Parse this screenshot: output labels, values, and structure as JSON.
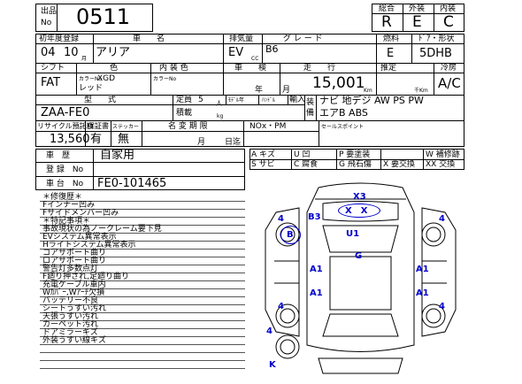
{
  "header": {
    "lot_label_1": "出品",
    "lot_label_2": "No",
    "lot_no": "0511",
    "score_labels": [
      "総合",
      "外装",
      "内装"
    ],
    "score_values": [
      "R",
      "E",
      "C"
    ]
  },
  "row1": {
    "year_label": "初年度登録",
    "model_label": "車　　名",
    "disp_label": "排気量",
    "grade_label": "グ レ ー ド",
    "fuel_label": "燃料",
    "door_label": "ﾄﾞｱ・形状",
    "year": "04",
    "month": "10",
    "month_unit": "月",
    "car_name": "アリア",
    "displacement": "EV",
    "cc_unit": "CC",
    "grade": "B6",
    "fuel": "E",
    "door_shape": "5DHB"
  },
  "row2": {
    "shift_label": "シフト",
    "color_label": "色",
    "interior_label": "内 装 色",
    "inspection_label": "車　　検",
    "mileage_label": "走　　行",
    "estimate_label": "推定",
    "ac_label": "冷房",
    "color_no_label": "カラーNo",
    "color_no": "XGD",
    "interior_color_no_label": "カラーNo",
    "shift": "FAT",
    "color": "レッド",
    "inspection_year_unit": "年",
    "inspection_month_unit": "月",
    "mileage": "15,001",
    "km_unit": "Km",
    "thousand_km_unit": "千Km",
    "ac": "A/C"
  },
  "row3": {
    "type_label": "型　　式",
    "model_code": "ZAA-FE0",
    "capacity_label": "定員",
    "capacity": "5",
    "capacity_unit": "人",
    "model_year_label": "ﾓﾃﾞﾙ年",
    "handle_label": "ﾊﾝﾄﾞﾙ",
    "import_label": "輸入",
    "load_label": "積載",
    "load_unit": "kg",
    "equip_label_1": "装",
    "equip_label_2": "備",
    "equip_line_1": "ナビ 地デジ AW PS PW",
    "equip_line_2": "エアB ABS"
  },
  "row4": {
    "recycle_label": "リサイクル預託額",
    "warranty_label": "保証書",
    "sticker_label": "ステッカー",
    "name_change_label": "名 変 期 限",
    "nox_label": "NOx・PM",
    "sales_point_label": "セールスポイント",
    "recycle_amount": "13,560",
    "warranty": "有",
    "sticker": "無",
    "name_change_month_unit": "月",
    "name_change_day_unit": "日迄"
  },
  "registration": {
    "history_label": "車　歴",
    "history": "自家用",
    "reg_no_label": "登 録　No",
    "chassis_label": "車 台　No",
    "chassis_no": "FE0-101465"
  },
  "legend": [
    [
      "A キズ",
      "U 凹",
      "P 要塗装",
      "W 補修跡"
    ],
    [
      "S サビ",
      "C 腐食",
      "G 飛石傷",
      "X 要交換",
      "XX 交換"
    ]
  ],
  "notes": {
    "repair_header": "＊修復歴＊",
    "repair_items": [
      "Fインナー凹み",
      "Fサイドメンバー凹み"
    ],
    "special_header": "＊特記事項＊",
    "special_items": [
      "事故現状の為ノークレーム要下見",
      "EVシステム異常表示",
      "Hライトシステム異常表示",
      "コアサポート曲り",
      "ロアサポート曲り",
      "警告灯多数点灯",
      "F廻り押され,足廻り曲り",
      "充電ケーブル車内",
      "Wｶﾊﾞｰ,Wｱｰﾁ欠損",
      "バッテリー不良",
      "シートうすい汚れ",
      "天張うすい汚れ",
      "カーペット汚れ",
      "ドアミラーキズ",
      "外装うすい線キズ"
    ]
  },
  "damage_marks": {
    "front": "X3",
    "front_inner": "X　X",
    "fl_corner": "4",
    "fr_corner": "4",
    "bumper_left": "B3",
    "fender_left": "B",
    "hood": "U1",
    "side_left_front": "A1",
    "side_right_front": "A1",
    "side_left_rear": "A1",
    "side_right_rear": "A1",
    "cabin": "G",
    "rl_corner": "4",
    "rr_corner": "4",
    "rear_wheel": "4",
    "rear_k": "K",
    "mark_color": "#0000cc"
  }
}
